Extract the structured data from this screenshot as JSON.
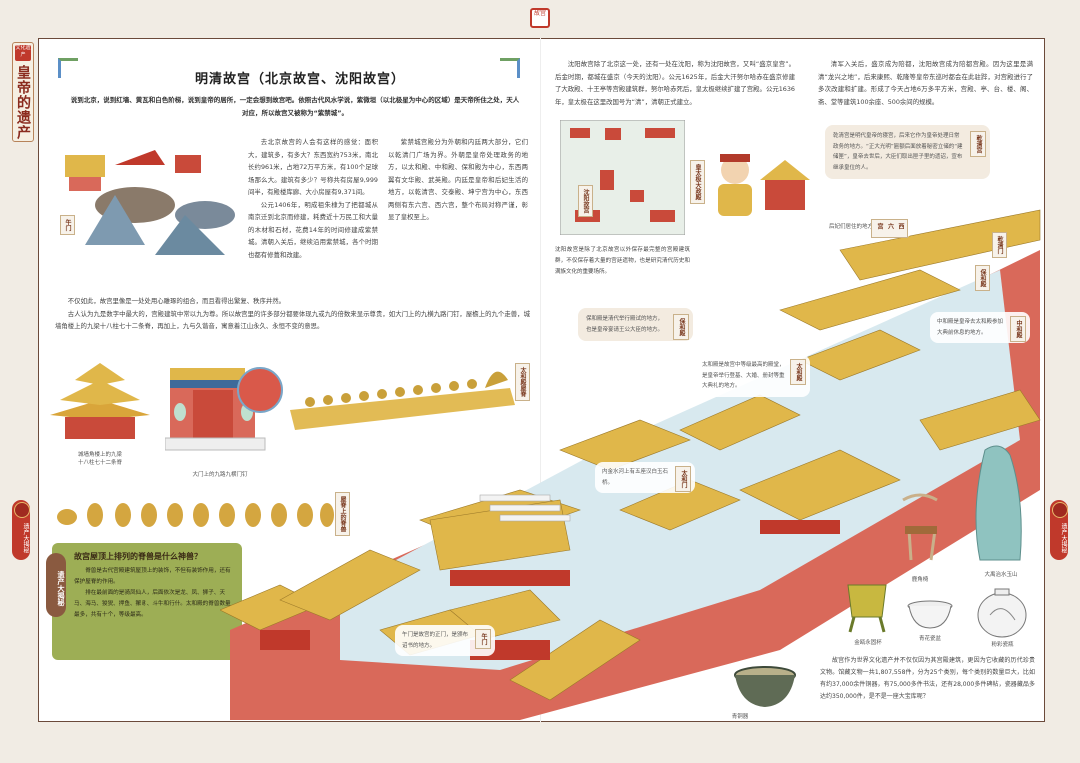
{
  "book": {
    "section_tab": "皇帝的遗产",
    "logo_text": "文化遗产",
    "seal_text": "故宫",
    "left_chapter_tab": "遗产大揭秘",
    "right_chapter_tab": "遗产大揭秘"
  },
  "header": {
    "title": "明清故宫（北京故宫、沈阳故宫）",
    "intro": "说到北京，说到红墙、黄瓦和白色阶梯，说到皇帝的居所，一定会想到故宫吧。依照古代风水学说，紫微垣（以北极星为中心的区域）是天帝所住之处，天人对应，所以故宫又被称为“紫禁城”。"
  },
  "left_page": {
    "para1": "去北京故宫的人会有这样的感觉：面积大，建筑多，有多大？东西宽约753米，南北长约961米，占地72万平方米，有100个足球场那么大。建筑有多少？号称共有房屋9,999间半，有殿楼库廊、大小房屋有9,371间。",
    "para2": "公元1406年，明成祖朱棣为了把都城从南京迁到北京而修建，耗费近十万民工和大量的木材和石材，花费14年的时间修建成紫禁城。清朝入关后，继续沿用紫禁城，各个时期也都有修葺和改建。",
    "para3": "紫禁城宫殿分为外朝和内廷两大部分，它们以乾清门广场为界。外朝是皇帝处理政务的地方，以太和殿、中和殿、保和殿为中心，东西两翼有文华殿、武英殿。内廷是皇帝和后妃生活的地方，以乾清宫、交泰殿、坤宁宫为中心，东西两侧有东六宫、西六宫，整个布局对称严谨，彰显了皇权至上。",
    "para4": "不仅如此，故宫里像是一处处用心雕琢的组合，而且看得出繁复、秩序井然。",
    "para5": "古人认为九是数字中最大的，宫殿建筑中常以九为尊。所以故宫里的许多部分都要体现九或九的倍数来显示尊贵，如大门上的九横九路门钉，屋檐上的九个走兽，城墙角楼上的九梁十八柱七十二条脊，再加上，九与久谐音，寓意着江山永久、永恒不变的意思。"
  },
  "illustrations_left": {
    "corner_tower_caption": [
      "城墙角楼上的九梁",
      "十八柱七十二条脊"
    ],
    "gate_caption": "大门上的九路九横门钉",
    "ridge_tag": "太和殿屋脊",
    "beasts_tag": "屋脊上的脊兽"
  },
  "green_box": {
    "heading": "故宫屋顶上排列的脊兽是什么神兽？",
    "p1": "脊兽是古代宫殿建筑屋顶上的装饰，不但有装饰作用，还有保护屋脊的作用。",
    "p2": "排在最前面的是骑凤仙人，后面依次是龙、凤、狮子、天马、海马、狻猊、押鱼、獬豸、斗牛和行什。太和殿的脊兽数量最多，共有十个，等级最高。"
  },
  "right_page": {
    "para1": "沈阳故宫除了北京这一处，还有一处在沈阳，称为沈阳故宫，又叫“盛京皇宫”。后金时期，都城在盛京（今天的沈阳）。公元1625年，后金大汗努尔哈赤在盛京修建了大政殿、十王亭等宫殿建筑群，努尔哈赤死后，皇太极继续扩建了宫殿。公元1636年，皇太极在这里改国号为“清”，清朝正式建立。",
    "para2": "清军入关后，盛京成为陪都，沈阳故宫成为陪都宫殿。因为这里是满清“龙兴之地”，后来康熙、乾隆等皇帝东巡时都会在此驻跸，对宫殿进行了多次改建和扩建。形成了今天占地6万多平方米，宫殿、亭、台、楼、阁、斋、堂等建筑100余座、500余间的规模。",
    "map_tag": "沈阳故宫",
    "emperor_tag": "皇太极大政殿",
    "shenyang_note": "沈阳故宫是除了北京故宫以外保存最完整的宫殿建筑群，不仅保存着大量的宫廷遗物，也是研究清代历史和满族文化的重要场所。",
    "qianqing_card": "乾清宫是明代皇帝的寝宫，后来它作为皇帝处理日常政务的地方。“正大光明”匾额后面放着秘密立储的“建储匣”，皇帝去世后，大臣们取出匣子里的遗诏，宣布继承皇位的人。",
    "baohe_card": "保和殿是清代举行殿试的地方，也是皇帝宴请王公大臣的地方。",
    "taihe_note": "太和殿是故宫中等级最高的殿堂，是皇帝举行登基、大婚、册封等重大典礼的地方。",
    "zhonghe_note": "中和殿是皇帝去太和殿参加大典前休息的地方。",
    "xiliu_note": "后妃们居住的地方",
    "gate_note": "午门是故宫的正门，是颁布诏书的地方。",
    "jinshui_note": "内金水河上有五座汉白玉石桥。",
    "tags": [
      "乾清宫",
      "西六宫",
      "乾清门",
      "保和殿",
      "中和殿",
      "太和殿",
      "保和殿",
      "午门",
      "太和门"
    ],
    "bottom_para": "故宫作为世界文化遗产并不仅仅因为其宫殿建筑，更因为它收藏的历代珍贵文物。馆藏文物一共1,807,558件，分为25个类别，每个类别的数量巨大，比如有约37,000余件铜器，有75,000多件书法，还有28,000多件碑帖，瓷器藏品多达约350,000件，是不是一座大宝库呢？"
  },
  "artifacts": [
    {
      "name": "鹿角椅"
    },
    {
      "name": "大禹治水玉山"
    },
    {
      "name": "金瓯永固杯"
    },
    {
      "name": "青花瓷盆"
    },
    {
      "name": "粉彩瓷瓶"
    },
    {
      "name": "青铜器"
    }
  ],
  "colors": {
    "red_wall": "#d9695a",
    "roof_yellow": "#e0b74a",
    "courtyard": "#d8e9ef",
    "accent_red": "#c0392b",
    "green_box": "#9dae55"
  }
}
